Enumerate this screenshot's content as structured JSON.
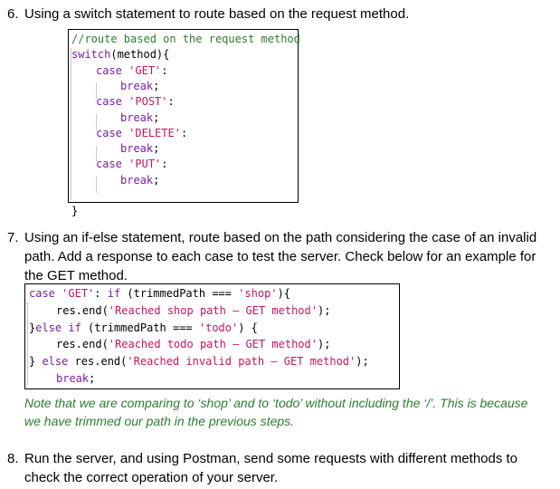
{
  "step6": {
    "number": "6.",
    "text": "Using a switch statement to route based on the request method."
  },
  "code1": {
    "lines": [
      {
        "kind": "comment",
        "text": "//route based on the request method"
      },
      {
        "parts": [
          {
            "t": "switch",
            "c": "kw"
          },
          {
            "t": "(method){"
          }
        ]
      },
      {
        "parts": [
          {
            "t": "case",
            "c": "kw"
          },
          {
            "t": " "
          },
          {
            "t": "'GET'",
            "c": "str"
          },
          {
            "t": ":"
          }
        ]
      },
      {
        "parts": [
          {
            "t": "break",
            "c": "kw"
          },
          {
            "t": ";"
          }
        ]
      },
      {
        "parts": [
          {
            "t": "case",
            "c": "kw"
          },
          {
            "t": " "
          },
          {
            "t": "'POST'",
            "c": "str"
          },
          {
            "t": ":"
          }
        ]
      },
      {
        "parts": [
          {
            "t": "break",
            "c": "kw"
          },
          {
            "t": ";"
          }
        ]
      },
      {
        "parts": [
          {
            "t": "case",
            "c": "kw"
          },
          {
            "t": " "
          },
          {
            "t": "'DELETE'",
            "c": "str"
          },
          {
            "t": ":"
          }
        ]
      },
      {
        "parts": [
          {
            "t": "break",
            "c": "kw"
          },
          {
            "t": ";"
          }
        ]
      },
      {
        "parts": [
          {
            "t": "case",
            "c": "kw"
          },
          {
            "t": " "
          },
          {
            "t": "'PUT'",
            "c": "str"
          },
          {
            "t": ":"
          }
        ]
      },
      {
        "parts": [
          {
            "t": "break",
            "c": "kw"
          },
          {
            "t": ";"
          }
        ]
      },
      {
        "parts": [
          {
            "t": ""
          }
        ]
      },
      {
        "parts": [
          {
            "t": "}"
          }
        ]
      }
    ]
  },
  "step7": {
    "number": "7.",
    "text": "Using an if-else statement, route based on the path considering the case of an invalid path. Add a response to each case to test the server. Check below for an example for the GET method."
  },
  "code2": {
    "lines": [
      {
        "parts": [
          {
            "t": "case",
            "c": "kw"
          },
          {
            "t": " "
          },
          {
            "t": "'GET'",
            "c": "str"
          },
          {
            "t": ": "
          },
          {
            "t": "if",
            "c": "kw"
          },
          {
            "t": " (trimmedPath === "
          },
          {
            "t": "'shop'",
            "c": "str"
          },
          {
            "t": "){"
          }
        ]
      },
      {
        "parts": [
          {
            "t": "res.end("
          },
          {
            "t": "'Reached shop path – GET method'",
            "c": "str"
          },
          {
            "t": ");"
          }
        ]
      },
      {
        "parts": [
          {
            "t": "}"
          },
          {
            "t": "else",
            "c": "kw"
          },
          {
            "t": " "
          },
          {
            "t": "if",
            "c": "kw"
          },
          {
            "t": " (trimmedPath === "
          },
          {
            "t": "'todo'",
            "c": "str"
          },
          {
            "t": ") {"
          }
        ]
      },
      {
        "parts": [
          {
            "t": "res.end("
          },
          {
            "t": "'Reached todo path – GET method'",
            "c": "str"
          },
          {
            "t": ");"
          }
        ]
      },
      {
        "parts": [
          {
            "t": "} "
          },
          {
            "t": "else",
            "c": "kw"
          },
          {
            "t": " res.end("
          },
          {
            "t": "'Reached invalid path – GET method'",
            "c": "str"
          },
          {
            "t": ");"
          }
        ]
      },
      {
        "parts": [
          {
            "t": "break",
            "c": "kw"
          },
          {
            "t": ";"
          }
        ]
      }
    ]
  },
  "note": "Note that we are comparing to ‘shop’ and to ‘todo’ without including the ‘/’. This is because we have trimmed our path in the previous steps.",
  "step8": {
    "number": "8.",
    "text": "Run the server, and using Postman, send some requests with different methods to check the correct operation of your server."
  },
  "colors": {
    "keyword": "#7b1fa2",
    "string": "#c2185b",
    "comment": "#2e7d32",
    "note": "#2e7d32"
  }
}
